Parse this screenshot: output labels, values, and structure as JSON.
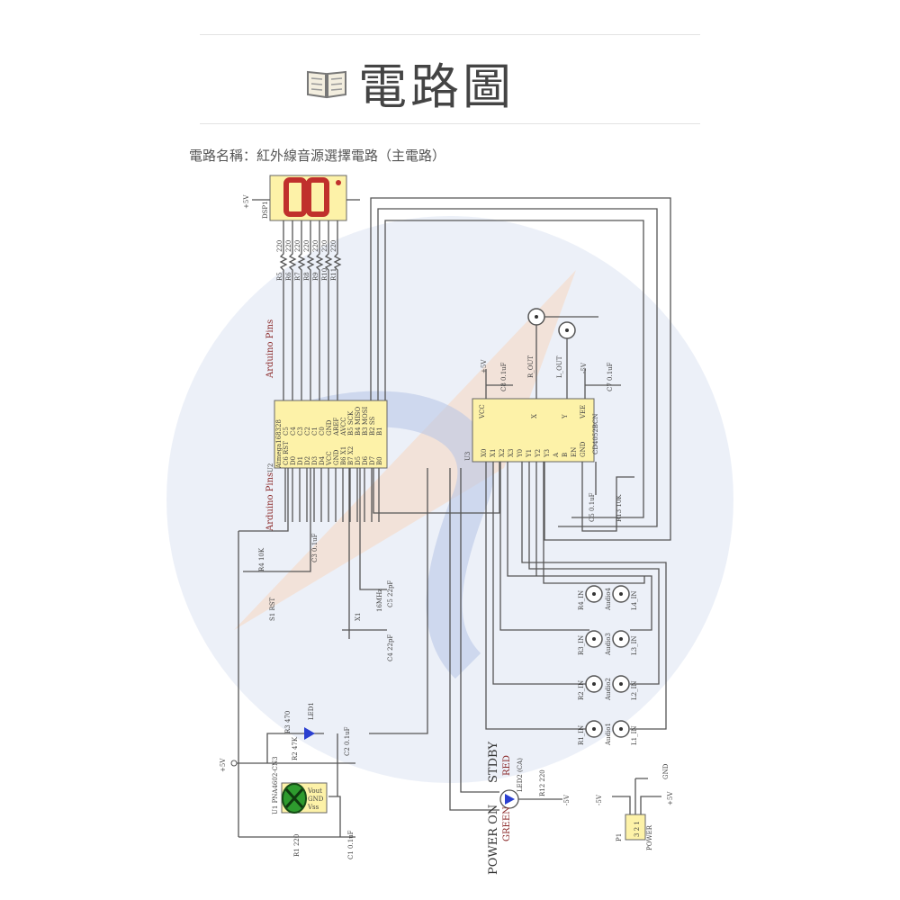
{
  "header": {
    "title": "電路圖",
    "icon": "book-icon"
  },
  "caption": "電路名稱：紅外線音源選擇電路（主電路）",
  "schematic": {
    "display": {
      "ref": "DSP1",
      "supply": "+5V"
    },
    "resistor_array": [
      "R5",
      "R6",
      "R7",
      "R8",
      "R9",
      "R10",
      "R11"
    ],
    "resistor_value": "220",
    "arduino_pins_top": "Arduino Pins",
    "arduino_pins_bottom": "Arduino Pins",
    "mcu": {
      "ref": "U2",
      "part": "Atmega168328",
      "top_pins": [
        "C5",
        "C4",
        "C3",
        "C2",
        "C1",
        "C0",
        "GND",
        "AREF",
        "AVCC",
        "B5 SCK",
        "B4 MISO",
        "B3 MOSI",
        "B2 SS",
        "B1"
      ],
      "bottom_pins": [
        "C6 RST",
        "D0",
        "D1",
        "D2",
        "D3",
        "D4",
        "VCC",
        "GND",
        "B6 X1",
        "B7 X2",
        "D5",
        "D6",
        "D7",
        "B0"
      ]
    },
    "mux": {
      "ref": "U3",
      "part": "CD4052BCN",
      "top_pins": [
        "VCC",
        "X",
        "Y",
        "VEE"
      ],
      "bottom_pins": [
        "X0",
        "X1",
        "X2",
        "X3",
        "Y0",
        "Y1",
        "Y2",
        "Y3",
        "A",
        "B",
        "EN",
        "GND"
      ],
      "r_out": "R_OUT",
      "l_out": "L_OUT",
      "plus5": "+5V",
      "minus5": "-5V",
      "c8": "C8 0.1uF",
      "c7": "C7 0.1uF",
      "r13": "R13 10K",
      "c5": "C5 0.1uF"
    },
    "reset": {
      "r4": "R4 10K",
      "c3": "C3 0.1uF",
      "switch": "S1 RST"
    },
    "crystal": {
      "ref": "X1",
      "freq": "16MHz",
      "c5": "C5 22pF",
      "c4": "C4 22pF"
    },
    "audio_inputs": [
      {
        "name": "Audio4",
        "r": "R4_IN",
        "l": "L4_IN"
      },
      {
        "name": "Audio3",
        "r": "R3_IN",
        "l": "L3_IN"
      },
      {
        "name": "Audio2",
        "r": "R2_IN",
        "l": "L2_IN"
      },
      {
        "name": "Audio1",
        "r": "R1_IN",
        "l": "L1_IN"
      }
    ],
    "power_section": {
      "supply": "+5V",
      "r3": "R3 470",
      "led1": "LED1",
      "r2": "R2 47K",
      "c2": "C2 0.1uF",
      "ir": "U1 PNA4602-CN3",
      "ir_pins": [
        "Vout",
        "GND",
        "Vss"
      ],
      "r1": "R1 220",
      "c1": "C1 0.1uF"
    },
    "status_led": {
      "stdby": "STDBY",
      "red": "RED",
      "power_on": "POWER ON",
      "green": "GREEN",
      "ref": "LED2 (CA)",
      "r12": "R12 220",
      "supply": "-5V"
    },
    "power_conn": {
      "ref": "P1",
      "label": "POWER",
      "pins": "3 2 1",
      "minus5": "-5V",
      "plus5": "+5V",
      "gnd": "GND"
    }
  },
  "colors": {
    "ic_fill": "#fdf2a8",
    "segment": "#c0302c",
    "led": "#2a3fd0",
    "ir": "#2e9b2e",
    "watermark": "#dbe3f2"
  }
}
